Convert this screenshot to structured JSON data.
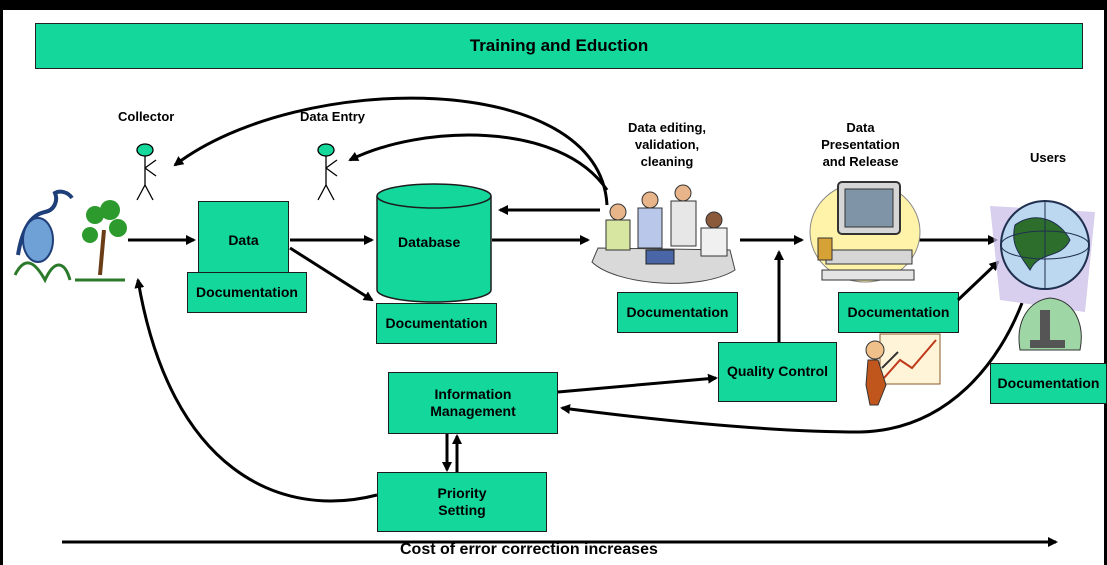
{
  "title": "Training and Eduction",
  "actors": {
    "collector": "Collector",
    "data_entry": "Data Entry"
  },
  "stages": {
    "editing": "Data editing,\nvalidation,\ncleaning",
    "presentation": "Data\nPresentation\nand Release",
    "users": "Users"
  },
  "boxes": {
    "data": "Data",
    "documentation": "Documentation",
    "database": "Database",
    "quality_control": "Quality Control",
    "information_management": "Information\nManagement",
    "priority_setting": "Priority\nSetting"
  },
  "footer": "Cost of error correction increases",
  "colors": {
    "box_fill": "#14d79c",
    "stick_head": "#14d79c",
    "line": "#000000"
  },
  "icons": [
    "heron-plant-icon",
    "people-meeting-icon",
    "computer-icon",
    "presenter-chart-icon",
    "globe-microscope-icon"
  ]
}
